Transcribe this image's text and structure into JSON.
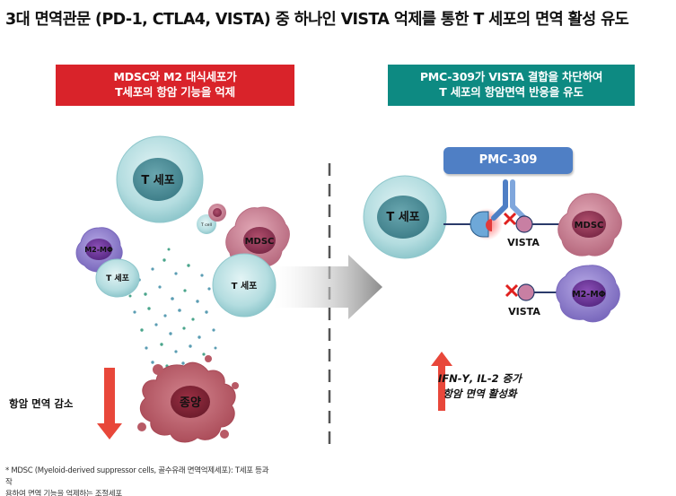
{
  "title": "3대 면역관문 (PD-1, CTLA4, VISTA) 중 하나인 VISTA 억제를 통한 T 세포의 면역 활성 유도",
  "left_banner": {
    "line1": "MDSC와 M2 대식세포가",
    "line2": "T세포의 항암 기능을 억제"
  },
  "right_banner": {
    "line1": "PMC-309가 VISTA 결합을 차단하여",
    "line2": "T 세포의 항암면역 반응을 유도"
  },
  "cells": {
    "t_cell_large": "T 세포",
    "t_cell_small_left": "T 세포",
    "t_cell_small_right": "T 세포",
    "t_cell_tiny": "T cell",
    "m2_left": "M2-MΦ",
    "mdsc_left": "MDSC",
    "tumor": "종양",
    "t_cell_right": "T 세포",
    "mdsc_right": "MDSC",
    "m2_right": "M2-MΦ"
  },
  "pmc_label": "PMC-309",
  "vista_label_1": "VISTA",
  "vista_label_2": "VISTA",
  "left_down_label": "항암 면역 감소",
  "right_up_label": {
    "line1": "IFN-Υ, IL-2 증가",
    "line2": "항암 면역 활성화"
  },
  "footnote": {
    "line1": "* MDSC (Myeloid-derived suppressor cells, 골수유래 면역억제세포): T세포 등과 작",
    "line2": "용하여 면역 기능을 억제하는 조절세포"
  },
  "colors": {
    "red_banner": "#d9232a",
    "teal_banner": "#0d8a82",
    "pmc_box": "#4f7fc5",
    "t_cell": "#a9d8dc",
    "mdsc": "#c98496",
    "m2": "#8f7fc7",
    "tumor": "#b85a66",
    "arrow_red": "#e8473a"
  }
}
